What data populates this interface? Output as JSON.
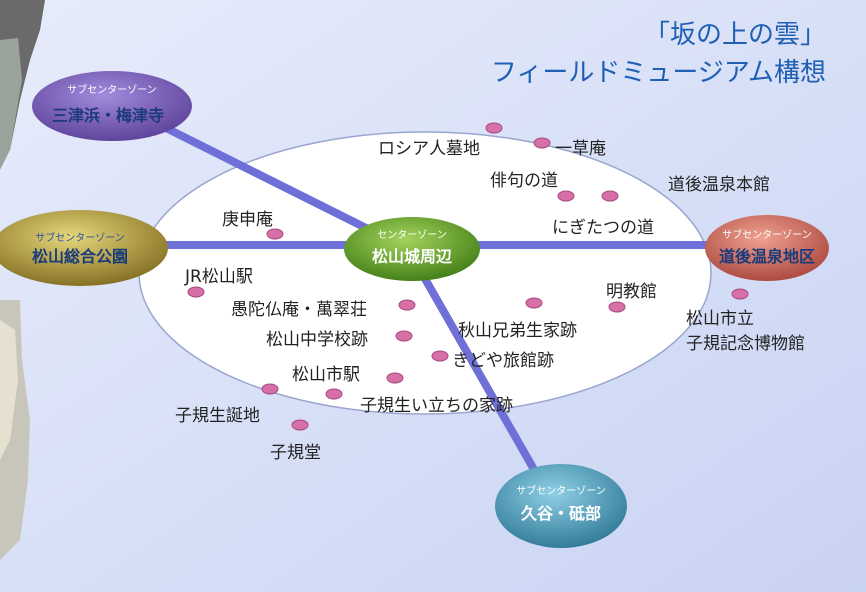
{
  "title": {
    "line1": "「坂の上の雲」",
    "line2": "フィールドミュージアム構想"
  },
  "center_zone": {
    "caption": "センターゾーン",
    "name": "松山城周辺"
  },
  "sub_zones": [
    {
      "caption": "サブセンターゾーン",
      "name": "三津浜・梅津寺",
      "color": "#6a4fa8"
    },
    {
      "caption": "サブセンターゾーン",
      "name": "松山総合公園",
      "color": "#8f7a2a"
    },
    {
      "caption": "サブセンターゾーン",
      "name": "道後温泉地区",
      "color": "#b8514a"
    },
    {
      "caption": "サブセンターゾーン",
      "name": "久谷・砥部",
      "color": "#3c8aa5"
    }
  ],
  "sites": {
    "roshia": "ロシア人墓地",
    "ichiso": "一草庵",
    "haiku": "俳句の道",
    "nigitatsu": "にぎたつの道",
    "koshin": "庚申庵",
    "jr": "JR松山駅",
    "gudabutsu": "愚陀仏庵・萬翠荘",
    "chugaku": "松山中学校跡",
    "shieki": "松山市駅",
    "akiyama": "秋山兄弟生家跡",
    "kidoya": "きどや旅館跡",
    "meikyo": "明教館",
    "shiki_tachi": "子規生い立ちの家跡",
    "shiki_seitan": "子規生誕地",
    "shikido": "子規堂",
    "dogo_honkan": "道後温泉本館",
    "shiki_museum_1": "松山市立",
    "shiki_museum_2": "子規記念博物館"
  },
  "colors": {
    "background": "#dfe6f8",
    "route": "#6f6fd8",
    "marker": "#d870a8",
    "ellipse": "#ffffff",
    "title": "#1f5fb4",
    "center": "#4d8a1e"
  }
}
